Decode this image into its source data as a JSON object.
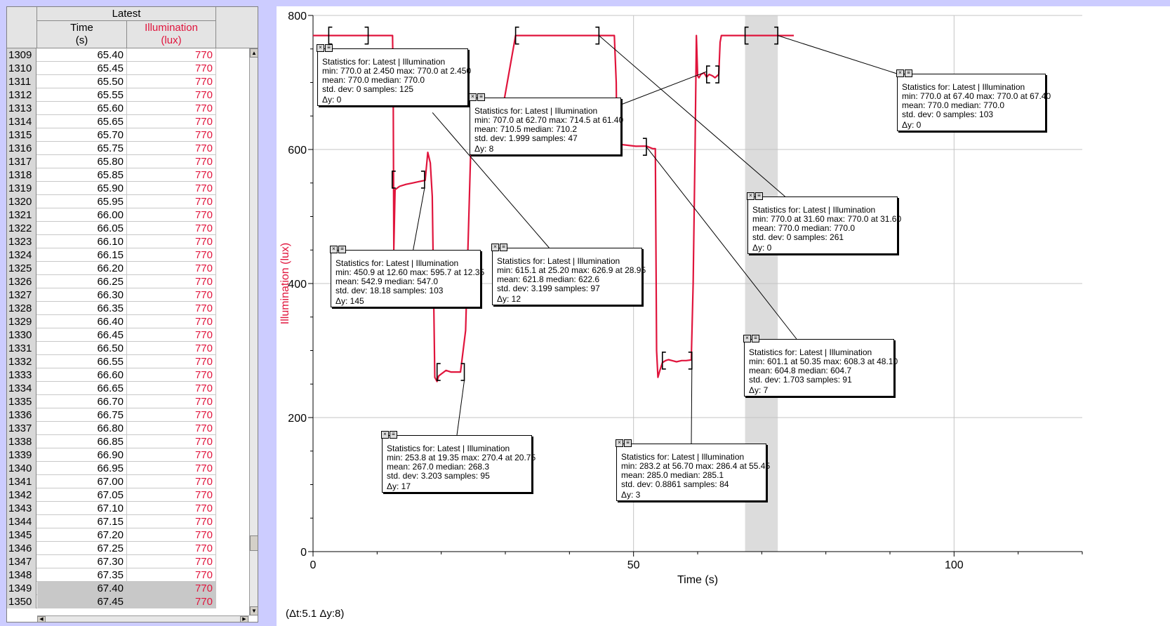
{
  "table": {
    "dataset": "Latest",
    "time_header": [
      "Time",
      "(s)"
    ],
    "illum_header": [
      "Illumination",
      "(lux)"
    ],
    "rows": [
      [
        "1309",
        "65.40",
        "770"
      ],
      [
        "1310",
        "65.45",
        "770"
      ],
      [
        "1311",
        "65.50",
        "770"
      ],
      [
        "1312",
        "65.55",
        "770"
      ],
      [
        "1313",
        "65.60",
        "770"
      ],
      [
        "1314",
        "65.65",
        "770"
      ],
      [
        "1315",
        "65.70",
        "770"
      ],
      [
        "1316",
        "65.75",
        "770"
      ],
      [
        "1317",
        "65.80",
        "770"
      ],
      [
        "1318",
        "65.85",
        "770"
      ],
      [
        "1319",
        "65.90",
        "770"
      ],
      [
        "1320",
        "65.95",
        "770"
      ],
      [
        "1321",
        "66.00",
        "770"
      ],
      [
        "1322",
        "66.05",
        "770"
      ],
      [
        "1323",
        "66.10",
        "770"
      ],
      [
        "1324",
        "66.15",
        "770"
      ],
      [
        "1325",
        "66.20",
        "770"
      ],
      [
        "1326",
        "66.25",
        "770"
      ],
      [
        "1327",
        "66.30",
        "770"
      ],
      [
        "1328",
        "66.35",
        "770"
      ],
      [
        "1329",
        "66.40",
        "770"
      ],
      [
        "1330",
        "66.45",
        "770"
      ],
      [
        "1331",
        "66.50",
        "770"
      ],
      [
        "1332",
        "66.55",
        "770"
      ],
      [
        "1333",
        "66.60",
        "770"
      ],
      [
        "1334",
        "66.65",
        "770"
      ],
      [
        "1335",
        "66.70",
        "770"
      ],
      [
        "1336",
        "66.75",
        "770"
      ],
      [
        "1337",
        "66.80",
        "770"
      ],
      [
        "1338",
        "66.85",
        "770"
      ],
      [
        "1339",
        "66.90",
        "770"
      ],
      [
        "1340",
        "66.95",
        "770"
      ],
      [
        "1341",
        "67.00",
        "770"
      ],
      [
        "1342",
        "67.05",
        "770"
      ],
      [
        "1343",
        "67.10",
        "770"
      ],
      [
        "1344",
        "67.15",
        "770"
      ],
      [
        "1345",
        "67.20",
        "770"
      ],
      [
        "1346",
        "67.25",
        "770"
      ],
      [
        "1347",
        "67.30",
        "770"
      ],
      [
        "1348",
        "67.35",
        "770"
      ],
      [
        "1349",
        "67.40",
        "770"
      ],
      [
        "1350",
        "67.45",
        "770"
      ]
    ],
    "selected_rows": [
      "1349",
      "1350"
    ]
  },
  "colors": {
    "series": "#e0143c",
    "background": "#ccccff",
    "selection": "#dcdcdc"
  },
  "chart_data": {
    "type": "line",
    "xlabel": "Time (s)",
    "ylabel": "Illumination (lux)",
    "xlim": [
      0,
      120
    ],
    "ylim": [
      0,
      800
    ],
    "xticks": [
      0,
      50,
      100
    ],
    "yticks": [
      0,
      200,
      400,
      600,
      800
    ],
    "grid": true,
    "selection_range": [
      67.4,
      72.5
    ],
    "series": [
      {
        "x": [
          0,
          12.4,
          12.5,
          12.6,
          12.8,
          13.5,
          14.5,
          15.5,
          16.5,
          17.5,
          17.9,
          18.3,
          18.6,
          19.0,
          19.35,
          19.6,
          20.0,
          20.75,
          21.5,
          22.2,
          23.0,
          23.8,
          24.6,
          25.0,
          25.2,
          26.0,
          27.0,
          28.0,
          28.95,
          31.6,
          37.0,
          44.0,
          47.0,
          47.3,
          47.4,
          50.35,
          52.0,
          53.0,
          53.4,
          53.6,
          53.8,
          54.1,
          54.5,
          55.0,
          55.45,
          56.0,
          56.7,
          57.5,
          58.2,
          59.0,
          59.3,
          59.6,
          59.8,
          60.0,
          60.2,
          60.5,
          61.0,
          61.4,
          61.8,
          62.3,
          62.7,
          63.3,
          63.5,
          63.7,
          64.0,
          67.4,
          72.0,
          75.0
        ],
        "y": [
          770,
          770,
          700,
          450.9,
          540,
          545,
          548,
          550,
          552,
          554,
          595.7,
          580,
          530,
          260,
          253.8,
          262,
          265,
          270.4,
          268,
          268,
          268,
          330,
          600,
          615.1,
          615.1,
          620,
          623,
          625,
          626.9,
          770,
          770,
          770,
          770,
          700,
          608.3,
          604.8,
          605,
          601.1,
          601.1,
          300,
          260,
          270,
          282,
          285,
          286.4,
          285,
          283.2,
          285,
          285,
          286,
          400,
          600,
          770,
          710,
          707,
          712,
          714.5,
          708,
          712,
          710,
          707,
          712,
          760,
          770,
          770,
          770,
          770,
          770
        ]
      }
    ],
    "stats": [
      {
        "lines": [
          "Statistics for: Latest | Illumination",
          "min: 770.0 at 2.450 max: 770.0 at 2.450",
          "mean: 770.0 median: 770.0",
          "std. dev: 0 samples: 125"
        ],
        "delta": "Δy: 0"
      },
      {
        "lines": [
          "Statistics for: Latest | Illumination",
          "min: 707.0 at 62.70 max: 714.5 at 61.40",
          "mean: 710.5 median: 710.2",
          "std. dev: 1.999 samples: 47"
        ],
        "delta": "Δy: 8"
      },
      {
        "lines": [
          "Statistics for: Latest | Illumination",
          "min: 770.0 at 67.40 max: 770.0 at 67.40",
          "mean: 770.0 median: 770.0",
          "std. dev: 0 samples: 103"
        ],
        "delta": "Δy: 0"
      },
      {
        "lines": [
          "Statistics for: Latest | Illumination",
          "min: 770.0 at 31.60 max: 770.0 at 31.60",
          "mean: 770.0 median: 770.0",
          "std. dev: 0 samples: 261"
        ],
        "delta": "Δy: 0"
      },
      {
        "lines": [
          "Statistics for: Latest | Illumination",
          "min: 450.9 at 12.60 max: 595.7 at 12.35",
          "mean: 542.9 median: 547.0",
          "std. dev: 18.18 samples: 103"
        ],
        "delta": "Δy: 145"
      },
      {
        "lines": [
          "Statistics for: Latest | Illumination",
          "min: 615.1 at 25.20 max: 626.9 at 28.95",
          "mean: 621.8 median: 622.6",
          "std. dev: 3.199 samples: 97"
        ],
        "delta": "Δy: 12"
      },
      {
        "lines": [
          "Statistics for: Latest | Illumination",
          "min: 601.1 at 50.35 max: 608.3 at 48.10",
          "mean: 604.8 median: 604.7",
          "std. dev: 1.703 samples: 91"
        ],
        "delta": "Δy: 7"
      },
      {
        "lines": [
          "Statistics for: Latest | Illumination",
          "min: 253.8 at 19.35 max: 270.4 at 20.75",
          "mean: 267.0 median: 268.3",
          "std. dev: 3.203 samples: 95"
        ],
        "delta": "Δy: 17"
      },
      {
        "lines": [
          "Statistics for: Latest | Illumination",
          "min: 283.2 at 56.70 max: 286.4 at 55.45",
          "mean: 285.0 median: 285.1",
          "std. dev: 0.8861 samples: 84"
        ],
        "delta": "Δy: 3"
      }
    ],
    "bracket_ranges": [
      {
        "x": [
          2.45,
          8.6
        ],
        "y": 770
      },
      {
        "x": [
          61.4,
          63.3
        ],
        "y": 712
      },
      {
        "x": [
          67.4,
          72.5
        ],
        "y": 770
      },
      {
        "x": [
          31.6,
          44.6
        ],
        "y": 770
      },
      {
        "x": [
          12.35,
          17.4
        ],
        "y": 555
      },
      {
        "x": [
          25.2,
          29.9
        ],
        "y": 612
      },
      {
        "x": [
          47.5,
          52.0
        ],
        "y": 604
      },
      {
        "x": [
          19.35,
          23.6
        ],
        "y": 268
      },
      {
        "x": [
          54.5,
          59.1
        ],
        "y": 285
      }
    ],
    "delta_readout": "(Δt:5.1  Δy:8)"
  }
}
